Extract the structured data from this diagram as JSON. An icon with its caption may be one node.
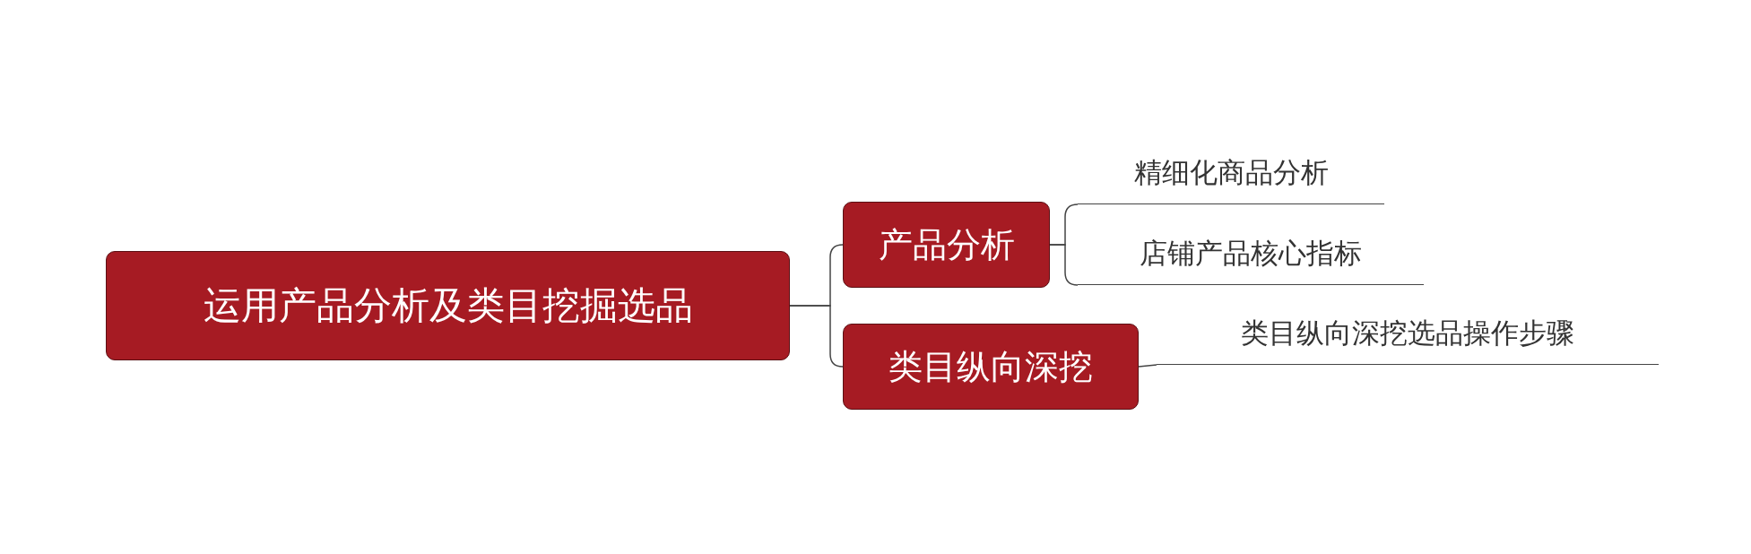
{
  "diagram": {
    "nodes": [
      {
        "text": [
          "运用产品分析及类目挖掘选品"
        ]
      },
      {
        "text": [
          "产品分析"
        ]
      },
      {
        "text": [
          "精细化商品分析"
        ]
      },
      {
        "text": [
          "店铺产品核心指标"
        ]
      },
      {
        "text": [
          "类目纵向深挖"
        ]
      },
      {
        "text": [
          "类目纵向深挖选品操作步骤"
        ]
      }
    ],
    "edges": [
      {
        "from": 0,
        "to": 1,
        "arrow": "none"
      },
      {
        "from": 1,
        "to": 2,
        "arrow": "none"
      },
      {
        "from": 1,
        "to": 3,
        "arrow": "none"
      },
      {
        "from": 0,
        "to": 4,
        "arrow": "none"
      },
      {
        "from": 4,
        "to": 5,
        "arrow": "none"
      }
    ]
  }
}
